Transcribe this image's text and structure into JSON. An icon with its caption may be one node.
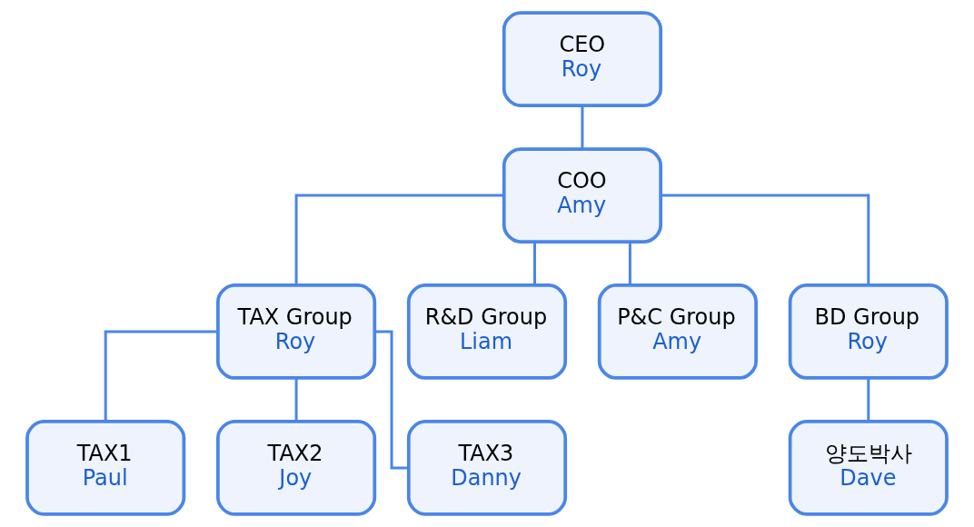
{
  "diagram": {
    "nodes": [
      {
        "text": [
          "CEO",
          "Roy"
        ]
      },
      {
        "text": [
          "COO",
          "Amy"
        ]
      },
      {
        "text": [
          "TAX Group",
          "Roy"
        ]
      },
      {
        "text": [
          "R&D Group",
          "Liam"
        ]
      },
      {
        "text": [
          "P&C Group",
          "Amy"
        ]
      },
      {
        "text": [
          "BD Group",
          "Roy"
        ]
      },
      {
        "text": [
          "TAX1",
          "Paul"
        ]
      },
      {
        "text": [
          "TAX2",
          "Joy"
        ]
      },
      {
        "text": [
          "TAX3",
          "Danny"
        ]
      },
      {
        "text": [
          "양도박사",
          "Dave"
        ]
      }
    ],
    "edges": [
      {
        "from": 0,
        "to": 1,
        "arrow": "none"
      },
      {
        "from": 1,
        "to": 2,
        "arrow": "none"
      },
      {
        "from": 1,
        "to": 3,
        "arrow": "none"
      },
      {
        "from": 1,
        "to": 4,
        "arrow": "none"
      },
      {
        "from": 1,
        "to": 5,
        "arrow": "none"
      },
      {
        "from": 2,
        "to": 6,
        "arrow": "none"
      },
      {
        "from": 2,
        "to": 7,
        "arrow": "none"
      },
      {
        "from": 2,
        "to": 8,
        "arrow": "none"
      },
      {
        "from": 5,
        "to": 9,
        "arrow": "none"
      }
    ]
  }
}
